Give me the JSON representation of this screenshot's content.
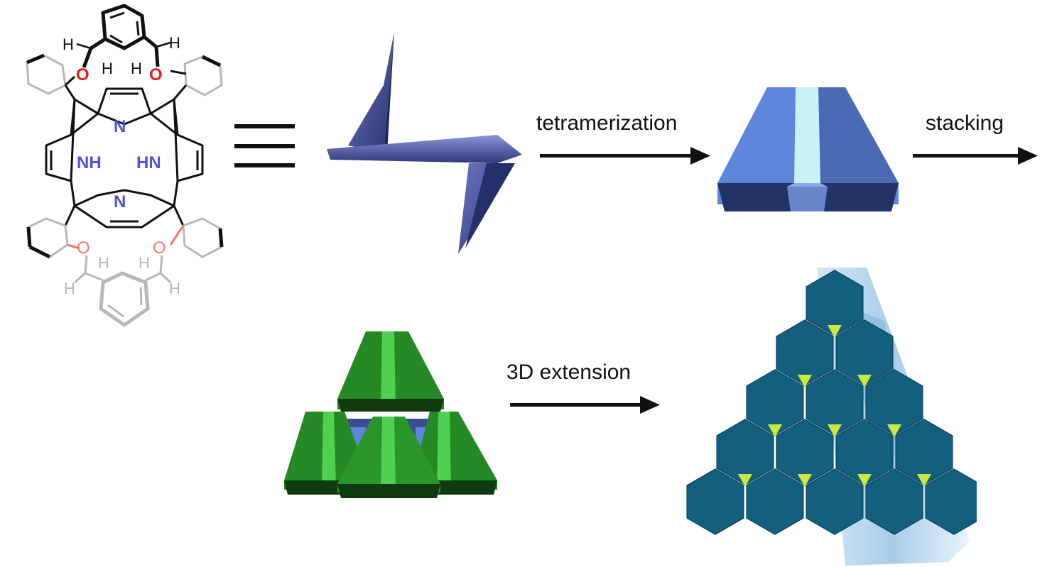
{
  "molecule": {
    "atom_o": "O",
    "atom_n": "N",
    "atom_nh": "NH",
    "atom_hn": "HN",
    "atom_h": "H"
  },
  "equivalence": {
    "symbol": "≡"
  },
  "steps": {
    "tetramerization": "tetramerization",
    "stacking": "stacking",
    "extension_3d": "3D extension"
  },
  "colors": {
    "black": "#111111",
    "oxygen_red": "#e02020",
    "oxygen_light": "#f07878",
    "nitrogen_blue": "#5050e0",
    "grey_bond": "#b8b8b8",
    "monomer_blue": "#3a4690",
    "tetramer_blue": "#5e86db",
    "tetramer_dark": "#223466",
    "channel_light": "#c8f2f5",
    "stack_green": "#258a25",
    "stack_dark": "#103a10",
    "framework_teal": "#145f7e",
    "framework_side": "#9ec7e6",
    "yellow_green": "#c9ea3c"
  }
}
